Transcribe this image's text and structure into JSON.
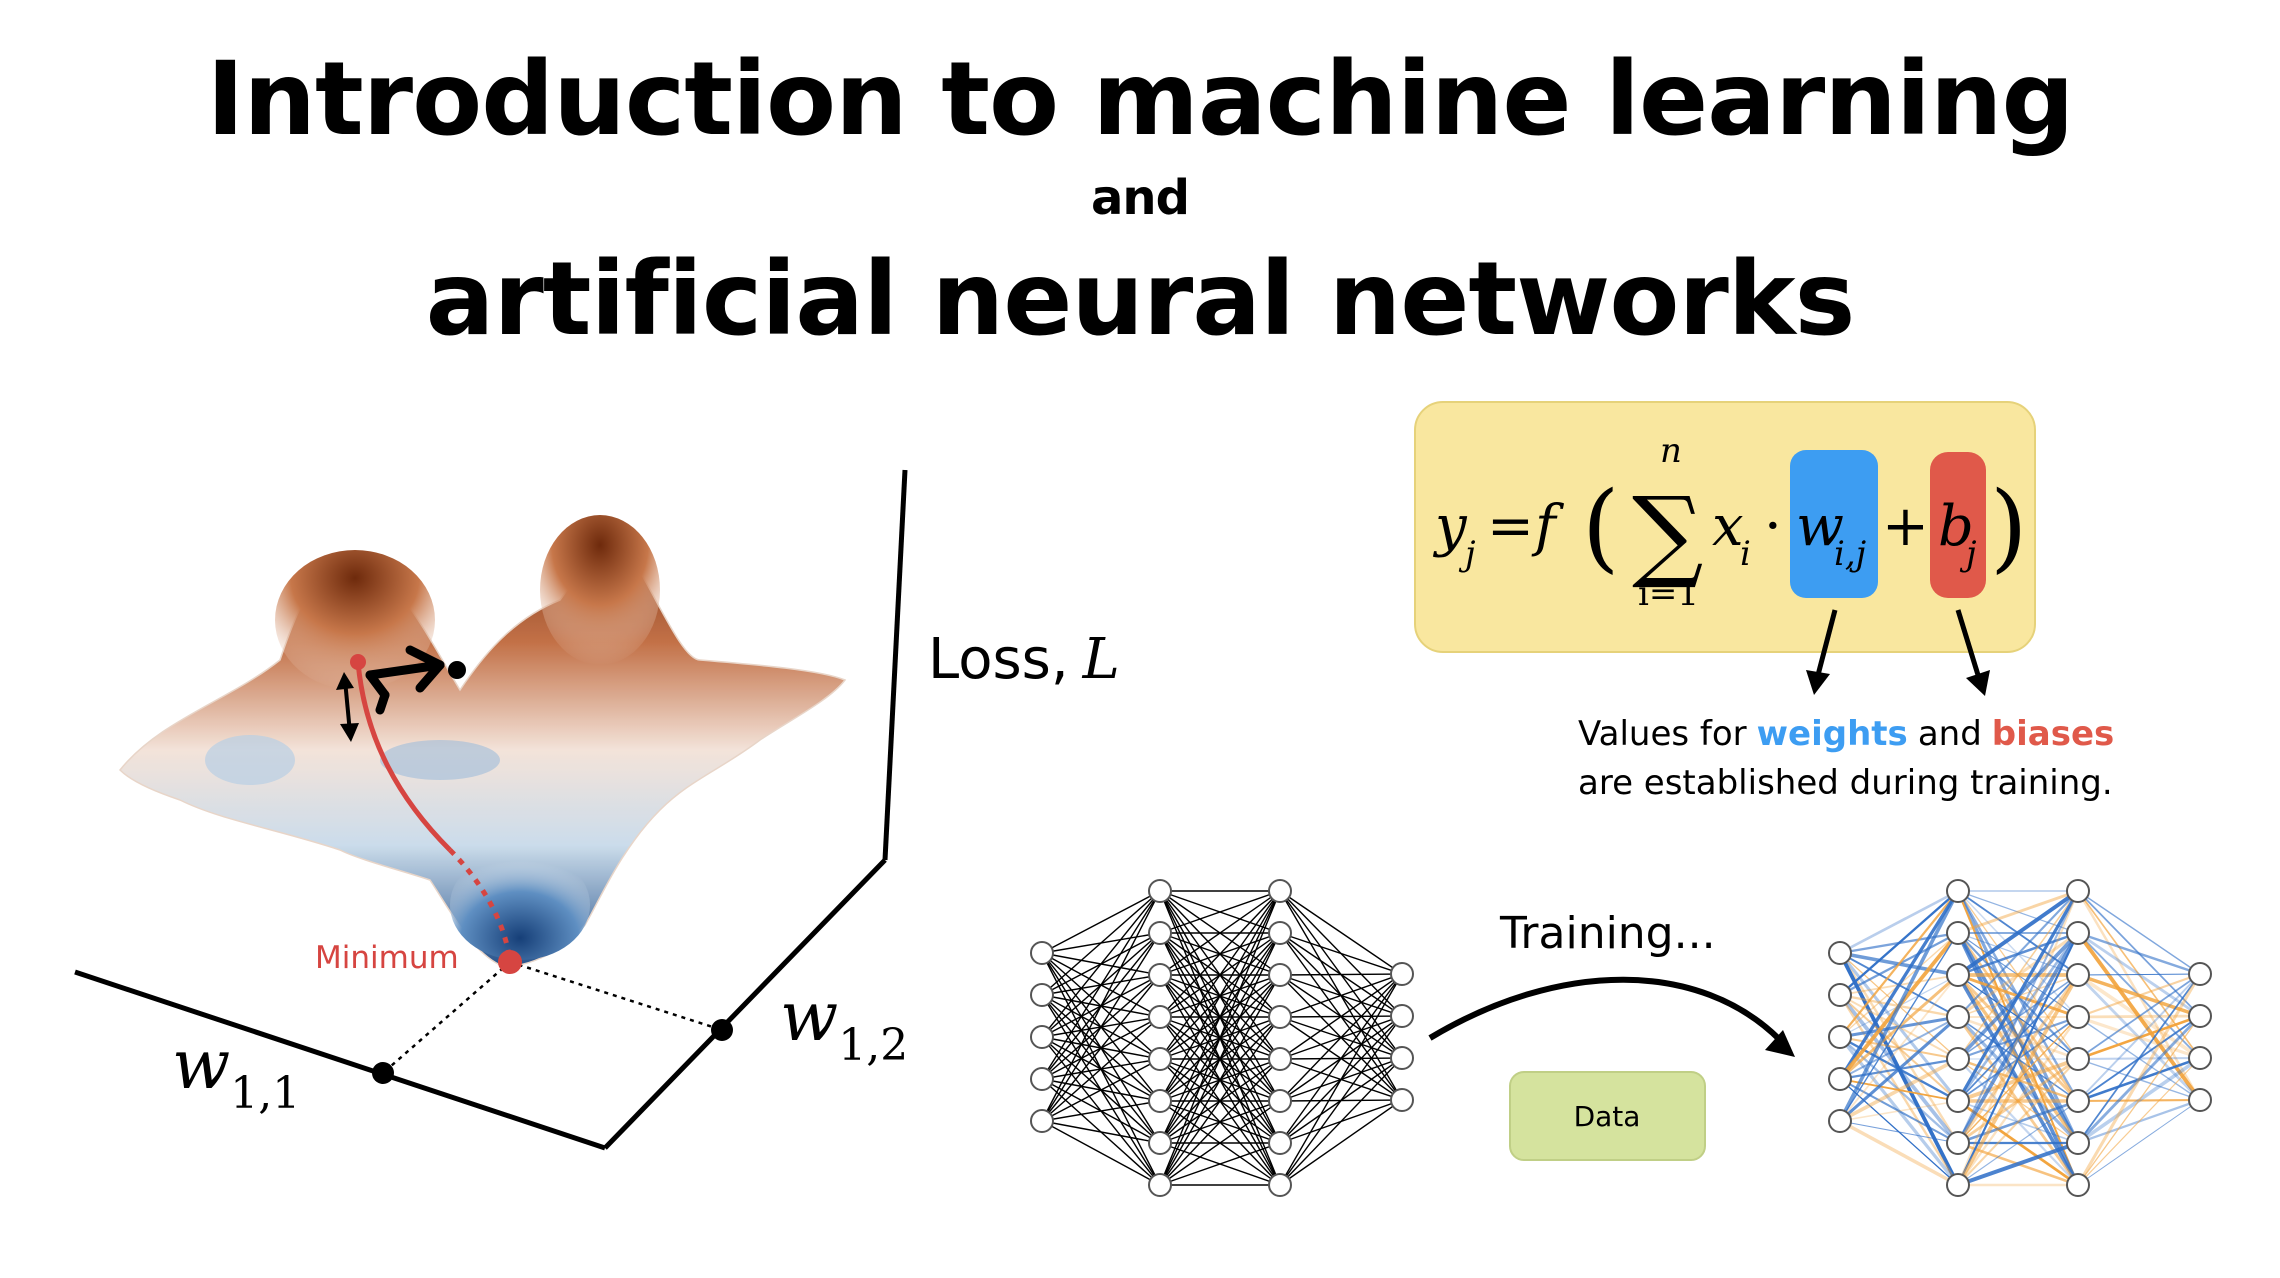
{
  "title": {
    "line1": "Introduction to machine learning",
    "line2": "and",
    "line3": "artificial neural networks"
  },
  "loss_landscape": {
    "axis_loss_label": "Loss,",
    "axis_loss_symbol": "L",
    "axis_w11": "w",
    "axis_w11_sub": "1,1",
    "axis_w12": "w",
    "axis_w12_sub": "1,2",
    "minimum_label": "Minimum",
    "colors": {
      "peak": "#8b3a13",
      "valley": "#1f4e8c",
      "path": "#d64541"
    }
  },
  "formula": {
    "lhs": "y",
    "lhs_sub": "j",
    "eq": "=",
    "fn": "f",
    "sum_upper": "n",
    "sum_lower": "i=1",
    "x": "x",
    "x_sub": "i",
    "dot": "·",
    "w": "w",
    "w_sub": "i,j",
    "plus": "+",
    "b": "b",
    "b_sub": "j",
    "colors": {
      "box": "#f9e79f",
      "weight": "#3d9df2",
      "bias": "#e0594a"
    }
  },
  "caption": {
    "prefix": "Values for",
    "weights": "weights",
    "and": "and",
    "biases": "biases",
    "line2": "are established during training."
  },
  "training": {
    "label": "Training...",
    "data_label": "Data",
    "colors": {
      "data_box": "#d5e39e",
      "blue": "#2f6fc7",
      "orange": "#f2a23a"
    }
  }
}
